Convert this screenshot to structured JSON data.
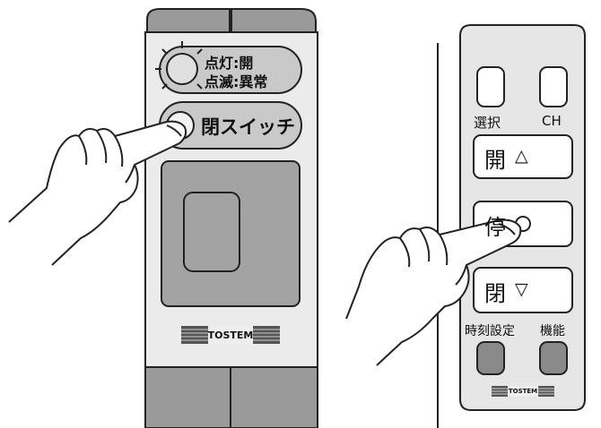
{
  "left_panel": {
    "indicator_line1": "点灯:開",
    "indicator_line2": "点滅:異常",
    "close_switch_label": "閉スイッチ",
    "logo": "TOSTEM"
  },
  "remote": {
    "select_label": "選択",
    "ch_label": "CH",
    "open_label": "開",
    "open_symbol": "△",
    "stop_label": "停",
    "close_label": "閉",
    "close_symbol": "▽",
    "timer_label": "時刻設定",
    "function_label": "機能",
    "logo": "TOSTEM"
  },
  "colors": {
    "panel_face": "#ebebeb",
    "panel_dark": "#9a9a9a",
    "button_face": "#c9c9c9",
    "remote_face": "#e6e6e6",
    "dark_button": "#8a8a8a",
    "outline": "#222222"
  }
}
